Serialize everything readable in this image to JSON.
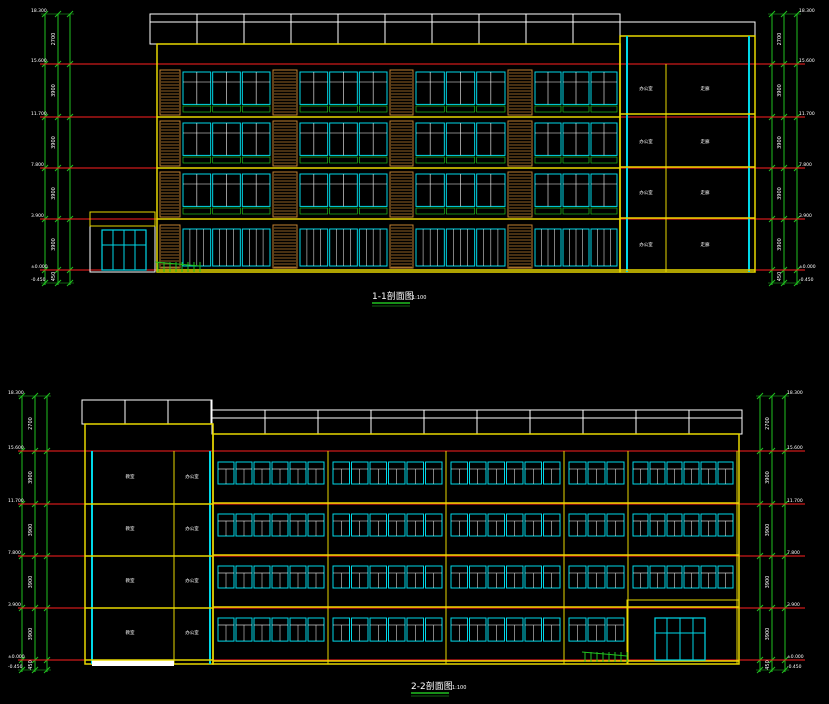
{
  "colors": {
    "background": "#000000",
    "wall": "#ffffff",
    "structure": "#e8d800",
    "floor_line": "#ff2020",
    "dimension": "#20c020",
    "glazing": "#00d8e8",
    "shutter": "#c08030",
    "label": "#ffffff"
  },
  "section1": {
    "title": "1-1剖面图",
    "scale": "1:100",
    "elevations_left": [
      "18.300",
      "15.600",
      "11.700",
      "7.800",
      "3.900",
      "±0.000",
      "-0.450"
    ],
    "elevations_right": [
      "18.300",
      "15.600",
      "11.700",
      "7.800",
      "3.900",
      "±0.000",
      "-0.450"
    ],
    "dims_left": [
      "2700",
      "3900",
      "3900",
      "3900",
      "3900",
      "450"
    ],
    "dims_right": [
      "2700",
      "3900",
      "3900",
      "3900",
      "3900",
      "450"
    ],
    "rooms": [
      {
        "a": "办公室",
        "b": "走廊"
      },
      {
        "a": "办公室",
        "b": "走廊"
      },
      {
        "a": "办公室",
        "b": "走廊"
      },
      {
        "a": "办公室",
        "b": "走廊"
      }
    ]
  },
  "section2": {
    "title": "2-2剖面图",
    "scale": "1:100",
    "elevations_left": [
      "18.300",
      "15.600",
      "11.700",
      "7.800",
      "3.900",
      "±0.000",
      "-0.450"
    ],
    "elevations_right": [
      "18.300",
      "15.600",
      "11.700",
      "7.800",
      "3.900",
      "±0.000",
      "-0.450"
    ],
    "dims_left": [
      "2700",
      "3900",
      "3900",
      "3900",
      "3900",
      "450"
    ],
    "dims_right": [
      "2700",
      "3900",
      "3900",
      "3900",
      "3900",
      "450"
    ],
    "rooms": [
      {
        "a": "教室",
        "b": "办公室"
      },
      {
        "a": "教室",
        "b": "办公室"
      },
      {
        "a": "教室",
        "b": "办公室"
      },
      {
        "a": "教室",
        "b": "办公室"
      }
    ]
  }
}
